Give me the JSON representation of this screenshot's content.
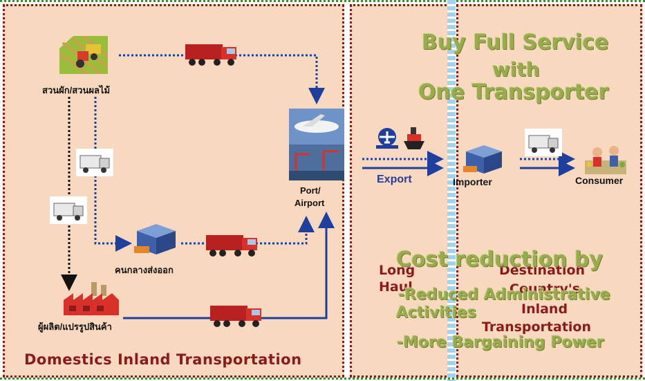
{
  "labels": {
    "farm": "สวนผัก/สวนผลไม้",
    "middleman": "คนกลางส่งออก",
    "producer": "ผู้ผลิต/แปรรูปสินค้า",
    "port_line1": "Port/",
    "port_line2": "Airport",
    "export": "Export",
    "importer": "Importer",
    "consumer": "Consumer"
  },
  "headings": {
    "domestic": "Domestics Inland Transportation",
    "long_haul_1": "Long",
    "long_haul_2": "Haul",
    "destination_1": "Destination",
    "destination_2": "Country's",
    "destination_3": "Inland",
    "destination_4": "Transportation"
  },
  "overlay": {
    "buy_1": "Buy Full Service",
    "buy_2": "with",
    "buy_3": "One Transporter",
    "cost_title": "Cost reduction by",
    "cost_item_1a": "-Reduced Administrative",
    "cost_item_1b": "Activities",
    "cost_item_2": "-More Bargaining Power"
  },
  "colors": {
    "panel": "#f8d9bf",
    "border": "#8b1a1a",
    "arrow_blue": "#1f3f9e",
    "overlay_green": "#9aab4e",
    "heading_maroon": "#8b1a1a"
  },
  "icons": [
    "farm-icon",
    "truck-icon",
    "van-icon",
    "port-airport-icon",
    "distribution-box-icon",
    "factory-icon",
    "airplane-badge-icon",
    "ship-badge-icon",
    "consumer-shop-icon"
  ]
}
